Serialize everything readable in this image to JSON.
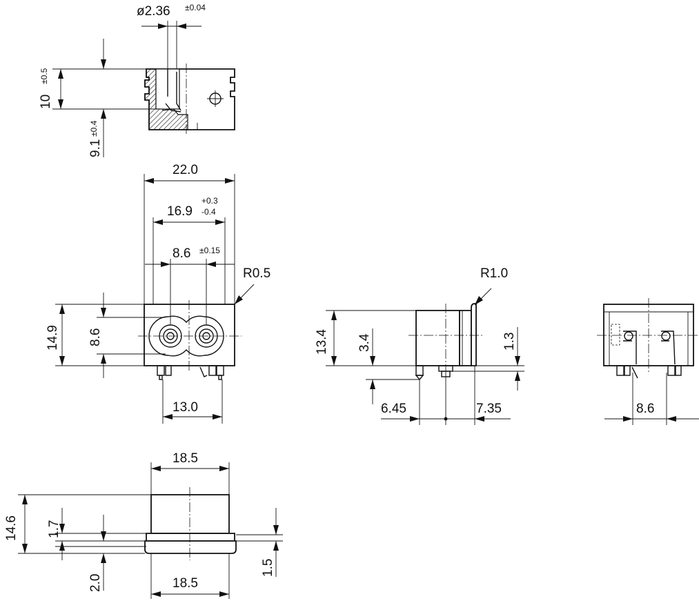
{
  "dimensions": {
    "diameter_value": "ø2.36",
    "diameter_tol": "±0.04",
    "top_height_value": "10",
    "top_height_tol": "±0.5",
    "pin_height_value": "9.1",
    "pin_height_tol": "±0.4",
    "width_22": "22.0",
    "width_16_value": "16.9",
    "width_16_tol_plus": "+0.3",
    "width_16_tol_minus": "-0.4",
    "width_86_value": "8.6",
    "width_86_tol": "±0.15",
    "radius_05": "R0.5",
    "height_149": "14.9",
    "height_86": "8.6",
    "pin_spacing_130": "13.0",
    "radius_10": "R1.0",
    "height_134": "13.4",
    "height_34": "3.4",
    "height_13": "1.3",
    "side_645": "6.45",
    "side_735": "7.35",
    "rear_86": "8.6",
    "bottom_185_top": "18.5",
    "bottom_146": "14.6",
    "bottom_17": "1.7",
    "bottom_20": "2.0",
    "bottom_15": "1.5",
    "bottom_185_bottom": "18.5"
  }
}
